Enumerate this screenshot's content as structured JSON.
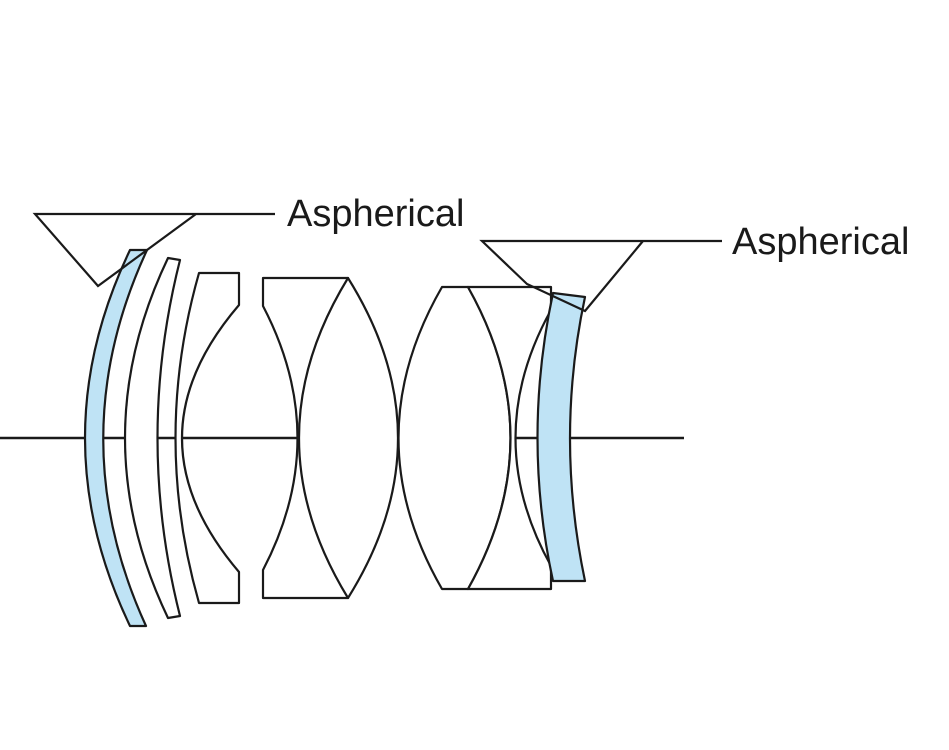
{
  "callouts": [
    {
      "label": "Aspherical"
    },
    {
      "label": "Aspherical"
    }
  ],
  "colors": {
    "aspherical_fill": "#bfe3f5",
    "lens_fill": "#ffffff",
    "stroke": "#1a1a1a",
    "background": "#ffffff"
  },
  "elements": [
    {
      "name": "front-aspherical-meniscus",
      "aspherical": true
    },
    {
      "name": "meniscus-2",
      "aspherical": false
    },
    {
      "name": "concave-meniscus-3",
      "aspherical": false
    },
    {
      "name": "biconcave-4",
      "aspherical": false
    },
    {
      "name": "biconvex-5",
      "aspherical": false
    },
    {
      "name": "biconvex-6",
      "aspherical": false
    },
    {
      "name": "concave-7",
      "aspherical": false
    },
    {
      "name": "rear-aspherical-element",
      "aspherical": true
    }
  ]
}
